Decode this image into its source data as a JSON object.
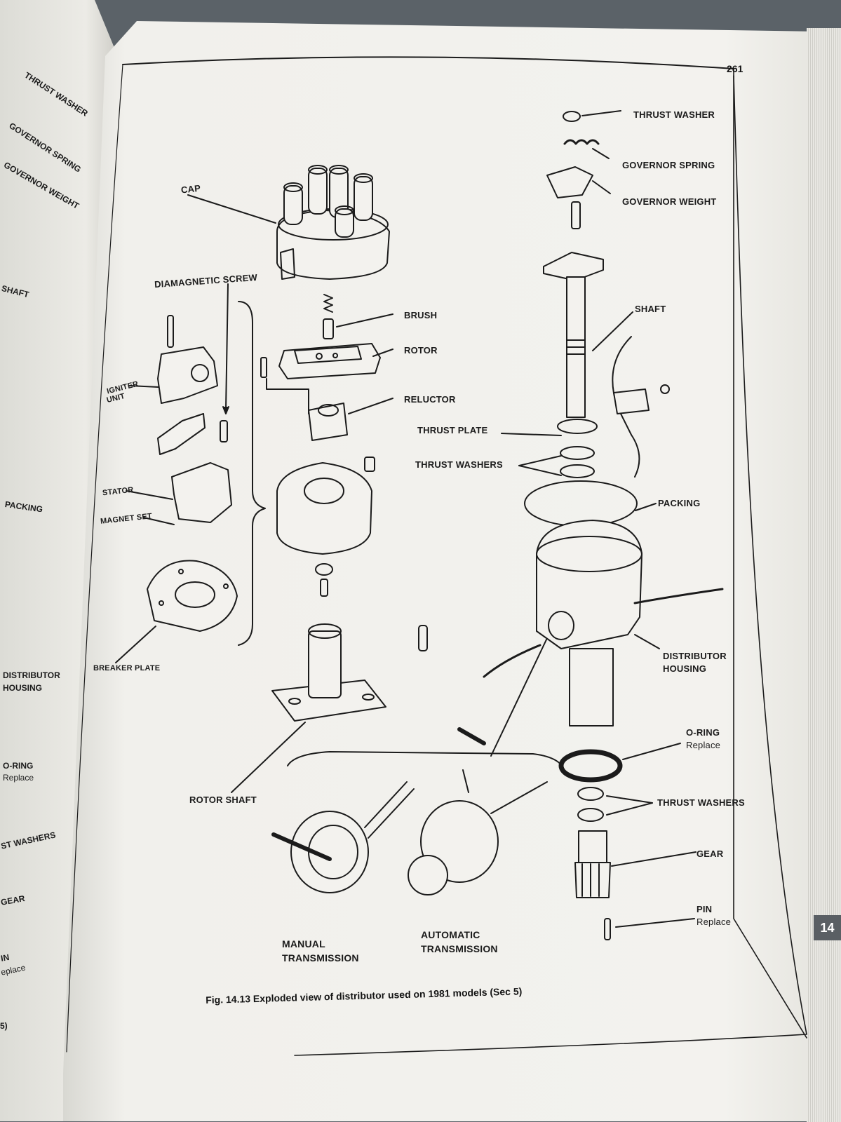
{
  "page_number": "261",
  "tab_label": "14",
  "caption": "Fig. 14.13  Exploded view of distributor used on 1981 models  (Sec 5)",
  "labels": {
    "thrust_washer": "THRUST WASHER",
    "governor_spring": "GOVERNOR SPRING",
    "governor_weight": "GOVERNOR WEIGHT",
    "cap": "CAP",
    "diamagnetic_screw": "DIAMAGNETIC SCREW",
    "brush": "BRUSH",
    "rotor": "ROTOR",
    "shaft": "SHAFT",
    "igniter_unit_1": "IGNITER",
    "igniter_unit_2": "UNIT",
    "reluctor": "RELUCTOR",
    "thrust_plate": "THRUST PLATE",
    "thrust_washers_upper": "THRUST WASHERS",
    "stator": "STATOR",
    "magnet_set": "MAGNET SET",
    "packing": "PACKING",
    "breaker_plate": "BREAKER PLATE",
    "distributor_housing_1": "DISTRIBUTOR",
    "distributor_housing_2": "HOUSING",
    "o_ring": "O-RING",
    "o_ring_note": "Replace",
    "rotor_shaft": "ROTOR SHAFT",
    "thrust_washers_lower": "THRUST WASHERS",
    "gear": "GEAR",
    "pin": "PIN",
    "pin_note": "Replace",
    "manual_1": "MANUAL",
    "manual_2": "TRANSMISSION",
    "automatic_1": "AUTOMATIC",
    "automatic_2": "TRANSMISSION"
  },
  "left_page": {
    "thrust_washer": "THRUST WASHER",
    "governor_spring": "GOVERNOR SPRING",
    "governor_weight": "GOVERNOR WEIGHT",
    "shaft": "SHAFT",
    "packing": "PACKING",
    "distributor_1": "DISTRIBUTOR",
    "distributor_2": "HOUSING",
    "o_ring": "O-RING",
    "o_ring_note": "Replace",
    "thrust_washers": "ST WASHERS",
    "gear": "GEAR",
    "pin": "IN",
    "pin_note": "eplace",
    "sec": "5)"
  },
  "colors": {
    "ink": "#1b1b1b",
    "paper": "#f3f2ee",
    "ghost": "#b9bcc2",
    "tab": "#5a5f64"
  }
}
